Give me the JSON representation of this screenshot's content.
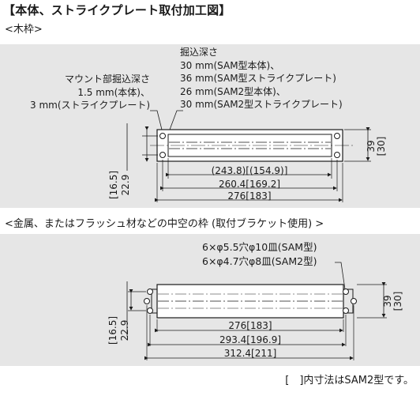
{
  "title": "【本体、ストライクプレート取付加工図】",
  "section1": {
    "label": "<木枠>",
    "depth_note_right": [
      "掘込深さ",
      "30 mm(SAM型本体)、",
      "36 mm(SAM型ストライクプレート)",
      "26 mm(SAM2型本体)、",
      "30 mm(SAM2型ストライクプレート)"
    ],
    "depth_note_left": [
      "マウント部掘込深さ",
      "1.5 mm(本体)、",
      "3 mm(ストライクプレート)"
    ],
    "dims": {
      "inner": "(243.8)[(154.9)]",
      "mid": "260.4[169.2]",
      "outer": "276[183]",
      "height_right": "39",
      "height_right_alt": "[30]",
      "height_left": "22.9",
      "height_left_alt": "[16.5]"
    }
  },
  "section2": {
    "label": "<金属、またはフラッシュ材などの中空の枠 (取付ブラケット使用) >",
    "hole_note": [
      "6×φ5.5穴φ10皿(SAM型)",
      "6×φ4.7穴φ8皿(SAM2型)"
    ],
    "dims": {
      "inner": "276[183]",
      "mid": "293.4[196.9]",
      "outer": "312.4[211]",
      "height_right": "39",
      "height_right_alt": "[30]",
      "height_left": "22.9",
      "height_left_alt": "[16.5]"
    }
  },
  "footer": "[　]内寸法はSAM2型です。"
}
